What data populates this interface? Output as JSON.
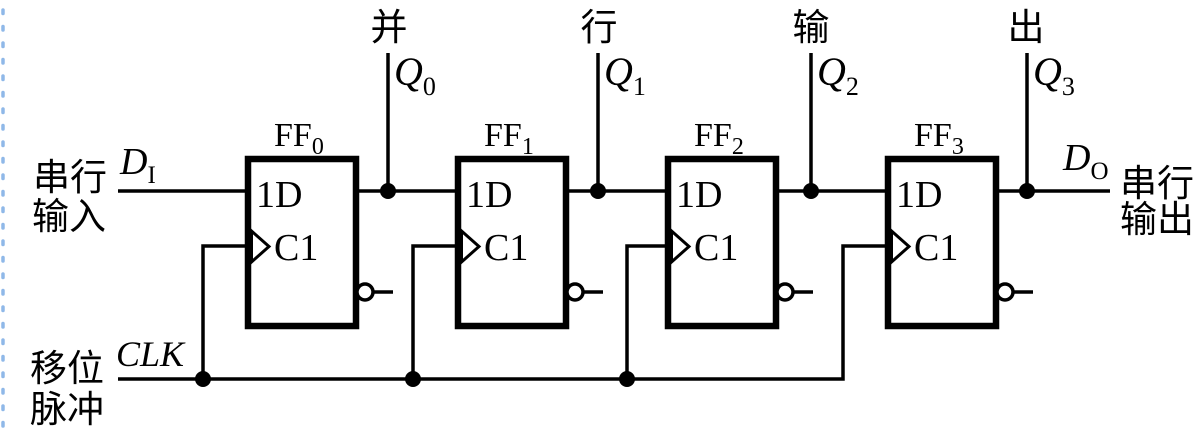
{
  "colors": {
    "ink": "#000000",
    "background": "#ffffff",
    "edge_dots": "#8fb8e8"
  },
  "banner": {
    "char0": "并",
    "char1": "行",
    "char2": "输",
    "char3": "出",
    "meaning": "并行输出"
  },
  "flip_flops": [
    {
      "name": "FF",
      "name_sub": "0",
      "data_port": "1D",
      "clock_port": "C1",
      "q_main": "Q",
      "q_sub": "0"
    },
    {
      "name": "FF",
      "name_sub": "1",
      "data_port": "1D",
      "clock_port": "C1",
      "q_main": "Q",
      "q_sub": "1"
    },
    {
      "name": "FF",
      "name_sub": "2",
      "data_port": "1D",
      "clock_port": "C1",
      "q_main": "Q",
      "q_sub": "2"
    },
    {
      "name": "FF",
      "name_sub": "3",
      "data_port": "1D",
      "clock_port": "C1",
      "q_main": "Q",
      "q_sub": "3"
    }
  ],
  "left": {
    "serial_input_line1": "串行",
    "serial_input_line2": "输入",
    "data_in_main": "D",
    "data_in_sub": "I",
    "clock_label": "CLK",
    "shift_pulse_line1": "移位",
    "shift_pulse_line2": "脉冲"
  },
  "right": {
    "data_out_main": "D",
    "data_out_sub": "O",
    "serial_output_line1": "串行",
    "serial_output_line2": "输出"
  }
}
